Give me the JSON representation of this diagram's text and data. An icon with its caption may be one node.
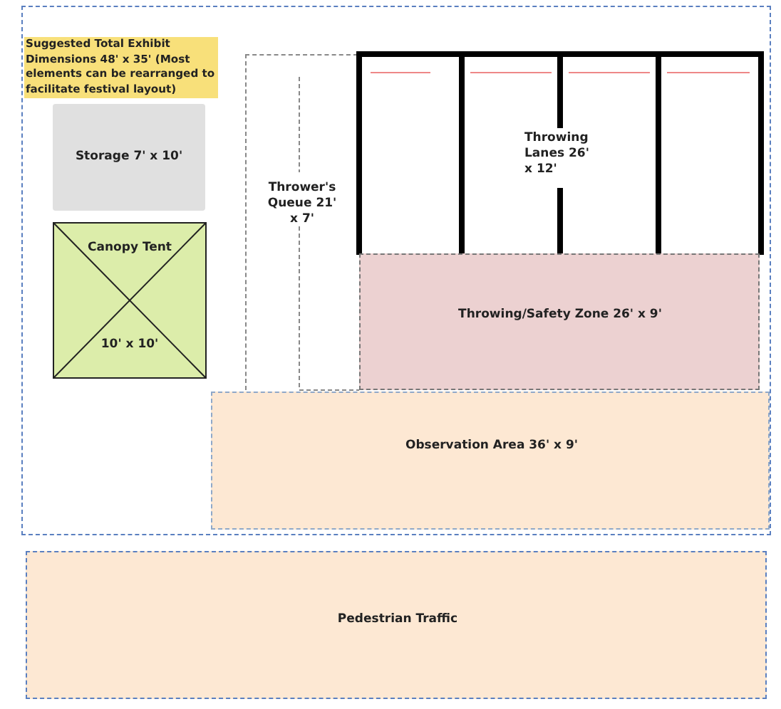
{
  "diagram": {
    "nodes": [
      {
        "text": [],
        "shape": "box"
      },
      {
        "text": [
          "Suggested Total Exhibit Dimensions 48' x 35' (Most elements can be rearranged to facilitate festival layout)"
        ],
        "in": 0
      },
      {
        "text": [
          "Storage 7' x 10'"
        ],
        "in": 0
      },
      {
        "text": [
          "Canopy Tent",
          "10' x 10'"
        ],
        "in": 0
      },
      {
        "text": [
          "Thrower's Queue 21' x 7'"
        ],
        "in": 0
      },
      {
        "text": [
          "Throwing Lanes 26' x 12'"
        ],
        "in": 0
      },
      {
        "text": [
          "Throwing/Safety Zone 26' x 9'"
        ],
        "in": 0
      },
      {
        "text": [
          "Observation Area 36' x 9'"
        ],
        "in": 0
      },
      {
        "text": [
          "Pedestrian Traffic"
        ]
      }
    ]
  }
}
